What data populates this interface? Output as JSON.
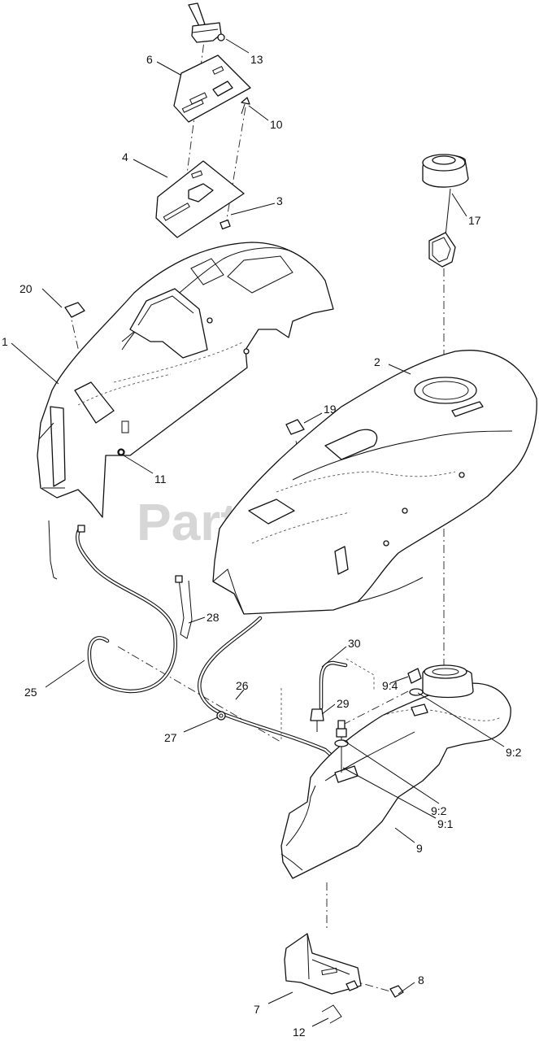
{
  "watermark": {
    "text": "PartsTree",
    "trademark": "™"
  },
  "callouts": {
    "c1": "1",
    "c2": "2",
    "c3": "3",
    "c4": "4",
    "c6": "6",
    "c7": "7",
    "c8": "8",
    "c9": "9",
    "c9_1": "9:1",
    "c9_2a": "9:2",
    "c9_2b": "9:2",
    "c9_4": "9:4",
    "c10": "10",
    "c11": "11",
    "c12": "12",
    "c13": "13",
    "c17": "17",
    "c19": "19",
    "c20": "20",
    "c25": "25",
    "c26": "26",
    "c27": "27",
    "c28": "28",
    "c29": "29",
    "c30": "30"
  },
  "colors": {
    "line": "#111111",
    "watermark": "#d6d6d6",
    "background": "#ffffff"
  }
}
